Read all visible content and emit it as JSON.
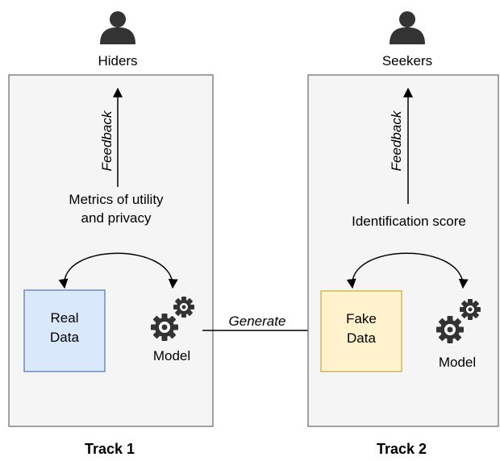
{
  "colors": {
    "panel_fill": "#f5f5f5",
    "panel_stroke": "#666666",
    "real_box_fill": "#dae8fc",
    "real_box_stroke": "#6c8ebf",
    "fake_box_fill": "#fff2cc",
    "fake_box_stroke": "#d6b656",
    "ink": "#000000",
    "icon": "#333333"
  },
  "track1": {
    "user_label": "Hiders",
    "user_icon": "person-icon",
    "feedback_label": "Feedback",
    "metrics_line1": "Metrics of utility",
    "metrics_line2": "and privacy",
    "data_line1": "Real",
    "data_line2": "Data",
    "model_label": "Model",
    "model_icon": "gears-icon",
    "track_label": "Track 1"
  },
  "track2": {
    "user_label": "Seekers",
    "user_icon": "person-icon",
    "feedback_label": "Feedback",
    "score_label": "Identification score",
    "data_line1": "Fake",
    "data_line2": "Data",
    "model_label": "Model",
    "model_icon": "gears-icon",
    "track_label": "Track 2"
  },
  "generate_label": "Generate"
}
